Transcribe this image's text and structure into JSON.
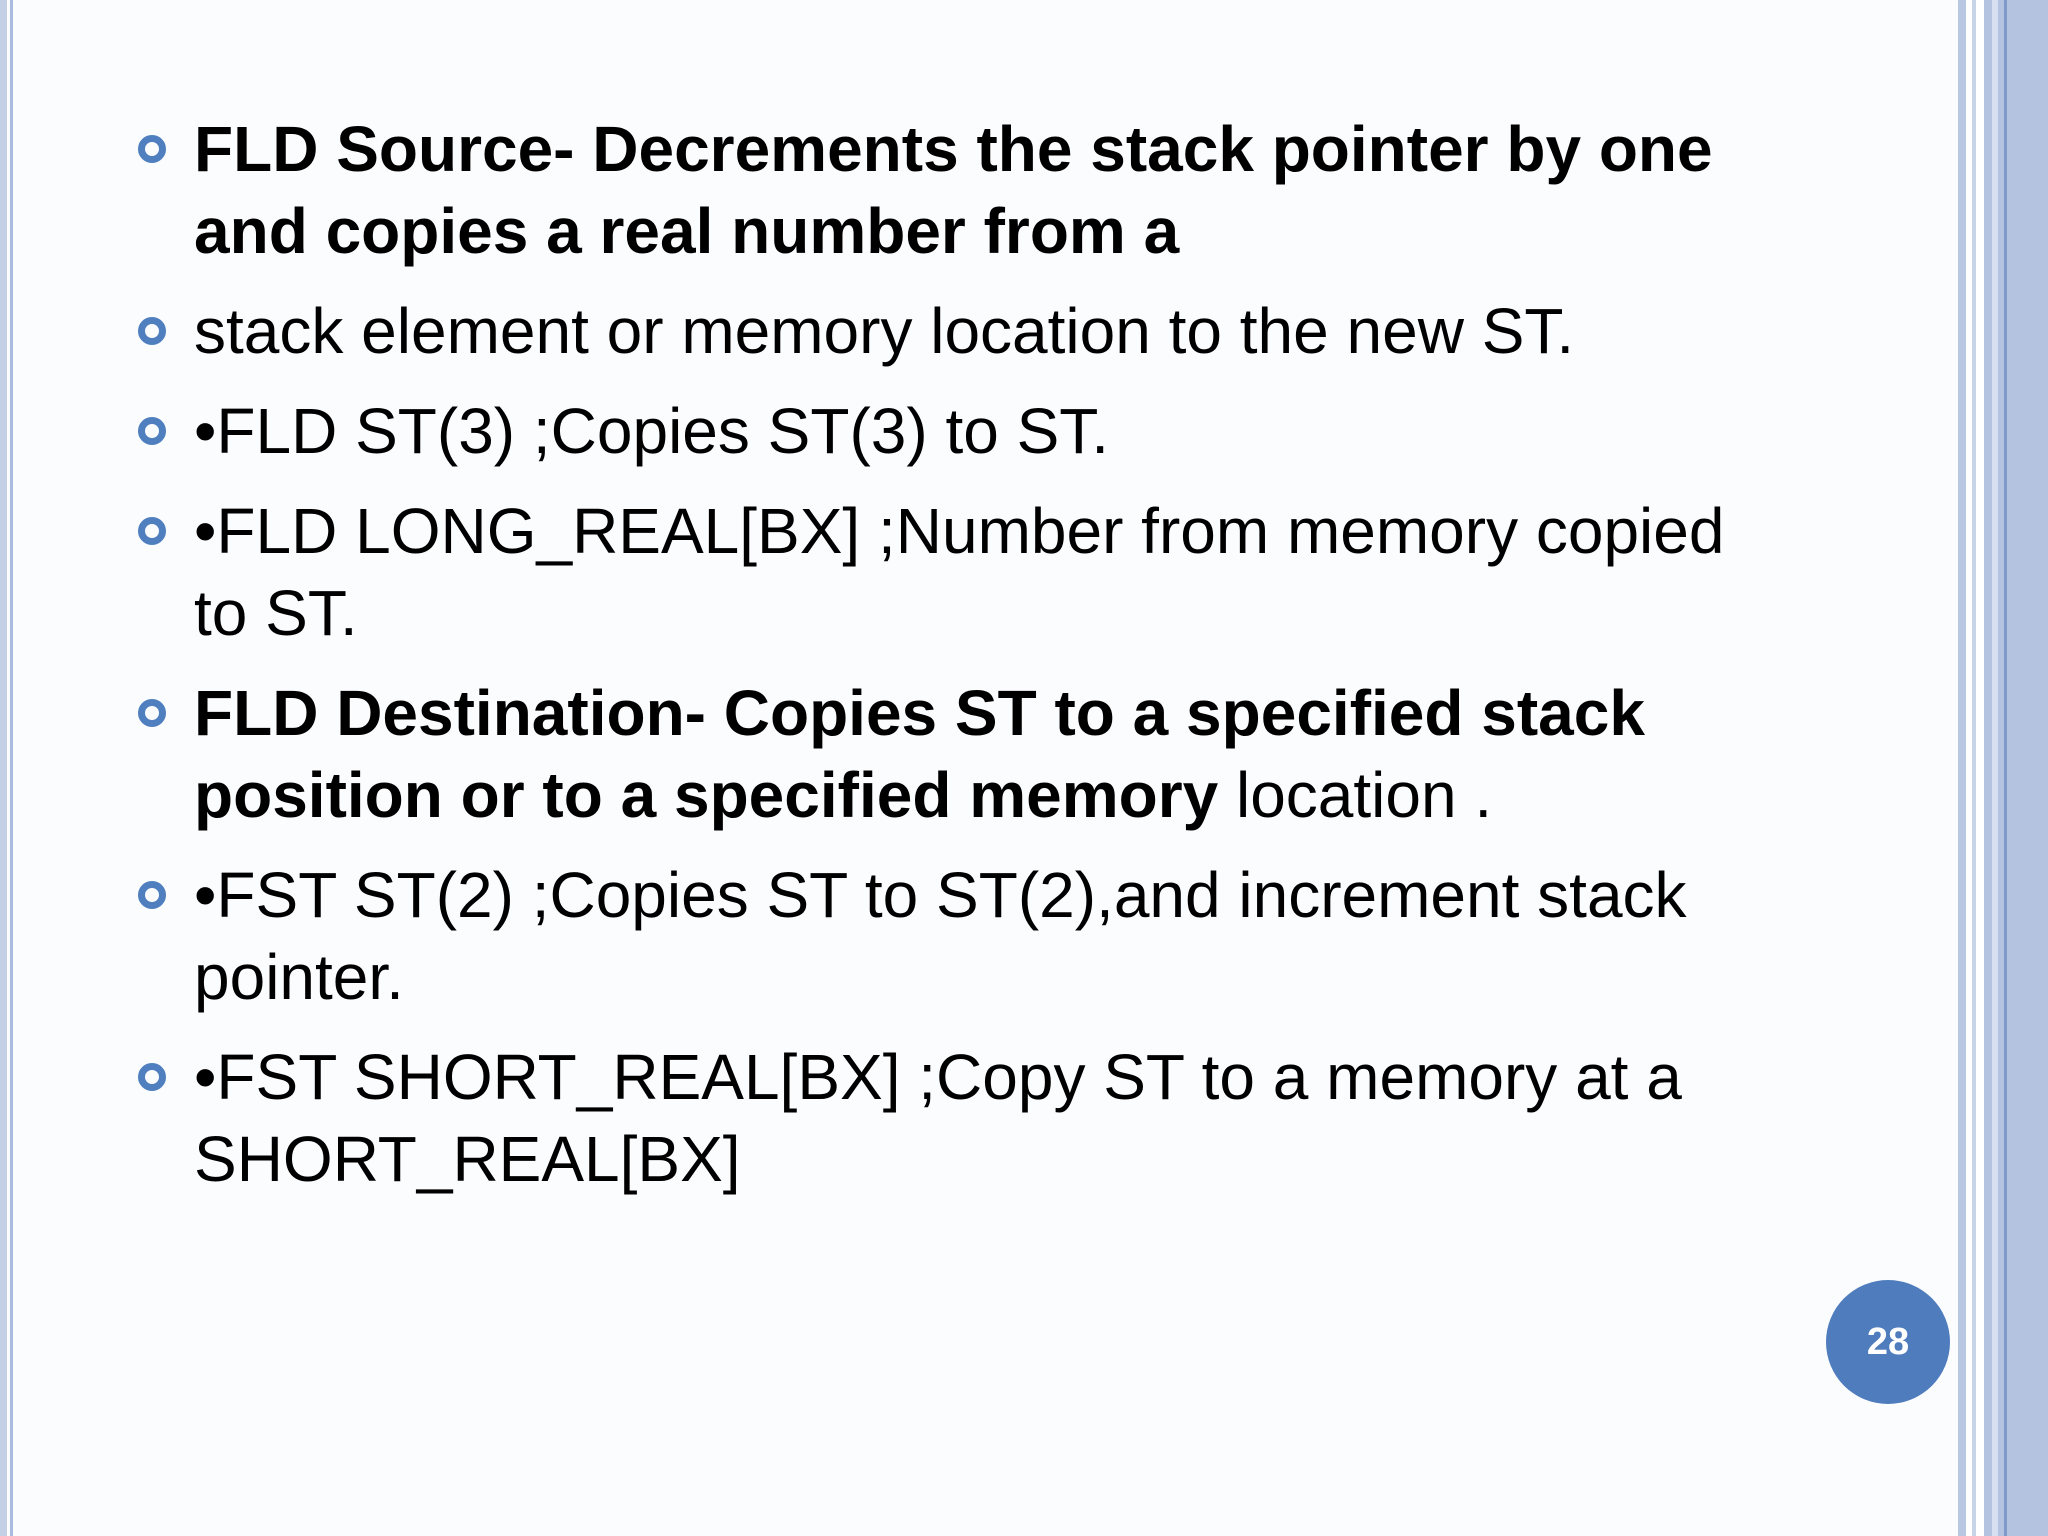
{
  "bullets": [
    {
      "bold": "FLD Source- Decrements the stack pointer by one and copies a real number from a",
      "normal": ""
    },
    {
      "bold": "",
      "normal": "stack element or memory location to the new ST."
    },
    {
      "bold": "",
      "normal": "•FLD ST(3) ;Copies ST(3) to ST."
    },
    {
      "bold": "",
      "normal": "•FLD LONG_REAL[BX] ;Number from memory copied to ST."
    },
    {
      "bold": "FLD Destination- Copies ST to a specified stack position or to a specified memory",
      "normal": " location ."
    },
    {
      "bold": "",
      "normal": "•FST ST(2) ;Copies ST to ST(2),and increment stack pointer."
    },
    {
      "bold": "",
      "normal": "•FST SHORT_REAL[BX] ;Copy ST to a memory at a SHORT_REAL[BX]"
    }
  ],
  "page_number": "28",
  "colors": {
    "bullet": "#4f7fbf",
    "badge": "#4e7cbd",
    "frame": "#b3c3e0"
  }
}
